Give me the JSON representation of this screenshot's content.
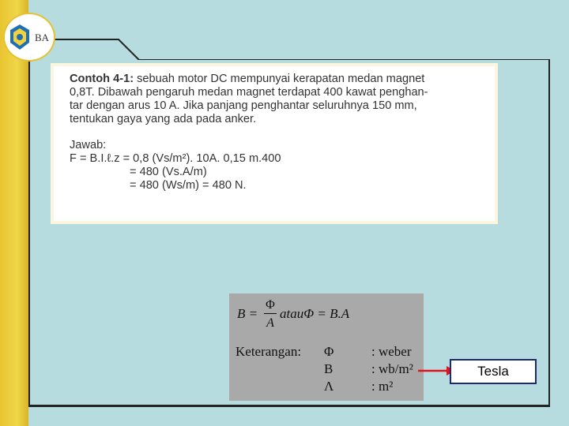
{
  "logo": {
    "text": "BA"
  },
  "example": {
    "lines": [
      {
        "bold": "Contoh 4-1:",
        "rest": " sebuah motor DC mempunyai kerapatan medan magnet"
      },
      {
        "bold": "",
        "rest": "0,8T. Dibawah pengaruh medan magnet terdapat 400 kawat penghan-"
      },
      {
        "bold": "",
        "rest": "tar dengan arus 10 A. Jika panjang penghantar seluruhnya 150 mm,"
      },
      {
        "bold": "",
        "rest": "tentukan gaya yang ada pada anker."
      }
    ],
    "answer_label": "Jawab:",
    "answer_line1": "F = B.I.ℓ.z = 0,8 (Vs/m²). 10A. 0,15 m.400",
    "answer_line2": "= 480 (Vs.A/m)",
    "answer_line3": "= 480 (Ws/m) = 480 N."
  },
  "formula": {
    "lhs": "B =",
    "numerator": "Φ",
    "denominator": "A",
    "rest": "atauΦ = B.A",
    "keterangan": "Keterangan:",
    "symbols": [
      "Φ",
      "B",
      "Λ"
    ],
    "units": [
      ": weber",
      ": wb/m²",
      ": m²"
    ]
  },
  "callout": {
    "label": "Tesla",
    "arrow_color": "#e8101a"
  }
}
